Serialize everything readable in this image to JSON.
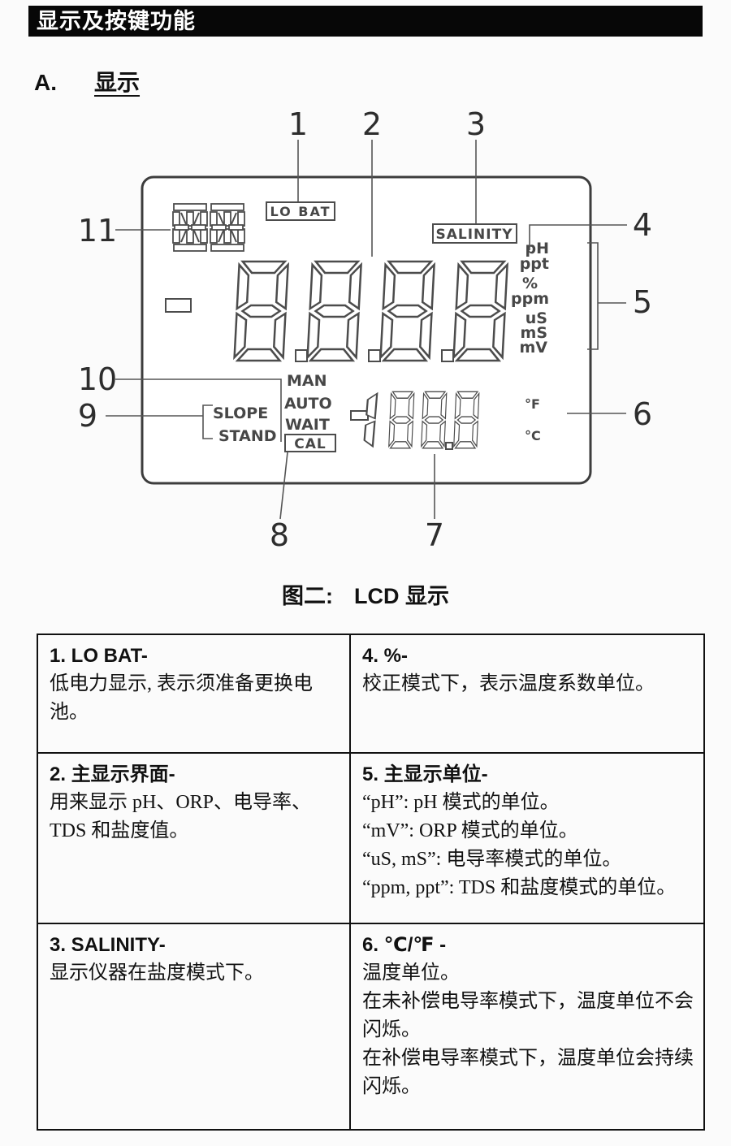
{
  "header": {
    "title": "显示及按键功能"
  },
  "section": {
    "label": "A.",
    "title": "显示"
  },
  "figure": {
    "caption_prefix": "图二:",
    "caption_text": "LCD 显示",
    "callouts": [
      "1",
      "2",
      "3",
      "4",
      "5",
      "6",
      "7",
      "8",
      "9",
      "10",
      "11"
    ],
    "lcd": {
      "lo_bat": "LO BAT",
      "salinity": "SALINITY",
      "units": [
        "pH",
        "ppt",
        "%",
        "ppm",
        "uS",
        "mS",
        "mV"
      ],
      "man": "MAN",
      "auto": "AUTO",
      "wait": "WAIT",
      "cal": "CAL",
      "slope": "SLOPE",
      "stand": "STAND",
      "deg_f": "°F",
      "deg_c": "°C"
    }
  },
  "table": {
    "rows": [
      {
        "left": {
          "heading": "1. LO BAT-",
          "lines": [
            "低电力显示, 表示须准备更换电池。"
          ]
        },
        "right": {
          "heading": "4. %-",
          "lines": [
            "校正模式下，表示温度系数单位。"
          ]
        }
      },
      {
        "left": {
          "heading": "2.  主显示界面-",
          "lines": [
            "用来显示  pH、ORP、电导率、TDS 和盐度值。"
          ]
        },
        "right": {
          "heading": "5.  主显示单位-",
          "lines": [
            "“pH”: pH 模式的单位。",
            "“mV”: ORP 模式的单位。",
            "“uS, mS”:  电导率模式的单位。",
            "“ppm, ppt”: TDS 和盐度模式的单位。"
          ]
        }
      },
      {
        "left": {
          "heading": "3. SALINITY-",
          "lines": [
            "显示仪器在盐度模式下。"
          ]
        },
        "right": {
          "heading": "6. ℃/℉ -",
          "lines": [
            "温度单位。",
            "在未补偿电导率模式下，温度单位不会闪烁。",
            "在补偿电导率模式下，温度单位会持续闪烁。"
          ]
        }
      }
    ]
  }
}
